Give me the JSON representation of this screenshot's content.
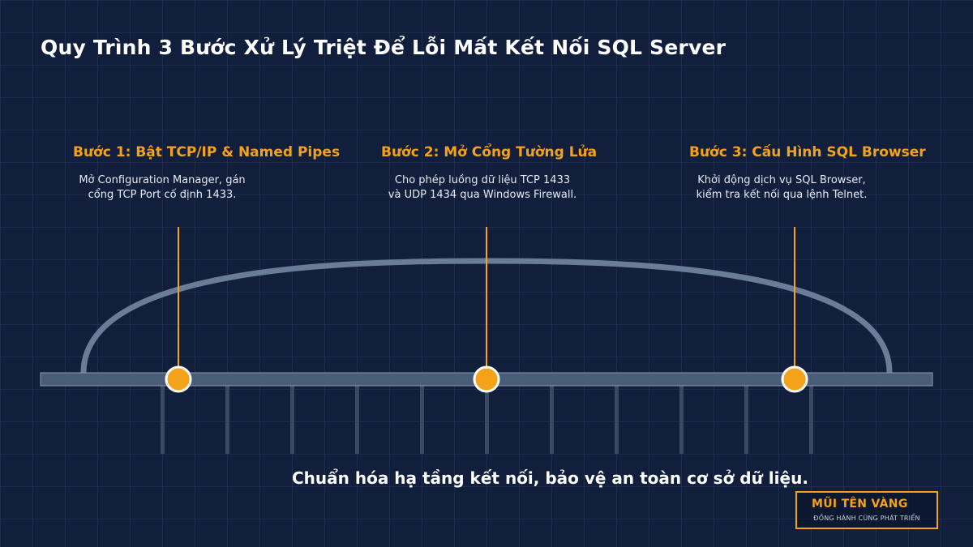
{
  "page_title": "Quy Trình 3 Bước Xử Lý Triệt Để Lỗi Mất Kết Nối SQL Server",
  "steps": [
    {
      "title": "Bước 1: Bật TCP/IP & Named Pipes",
      "description_lines": [
        "Mở Configuration Manager, gán",
        "cổng TCP Port cố định 1433."
      ]
    },
    {
      "title": "Bước 2: Mở Cổng Tường Lửa",
      "description_lines": [
        "Cho phép luồng dữ liệu TCP 1433",
        "và UDP 1434 qua Windows Firewall."
      ]
    },
    {
      "title": "Bước 3: Cấu Hình SQL Browser",
      "description_lines": [
        "Khởi động dịch vụ SQL Browser,",
        "kiểm tra kết nối qua lệnh Telnet."
      ]
    }
  ],
  "tagline": "Chuẩn hóa hạ tầng kết nối, bảo vệ an toàn cơ sở dữ liệu.",
  "brand": {
    "name": "MŨI TÊN VÀNG",
    "tagline": "ĐỒNG HÀNH CÙNG PHÁT TRIỂN"
  },
  "colors": {
    "background": "#111f3c",
    "accent": "#f5a21b",
    "bridge_arch": "#6b7c98",
    "bridge_deck": "#4a5d78",
    "bridge_pillar": "#3a4a63"
  }
}
